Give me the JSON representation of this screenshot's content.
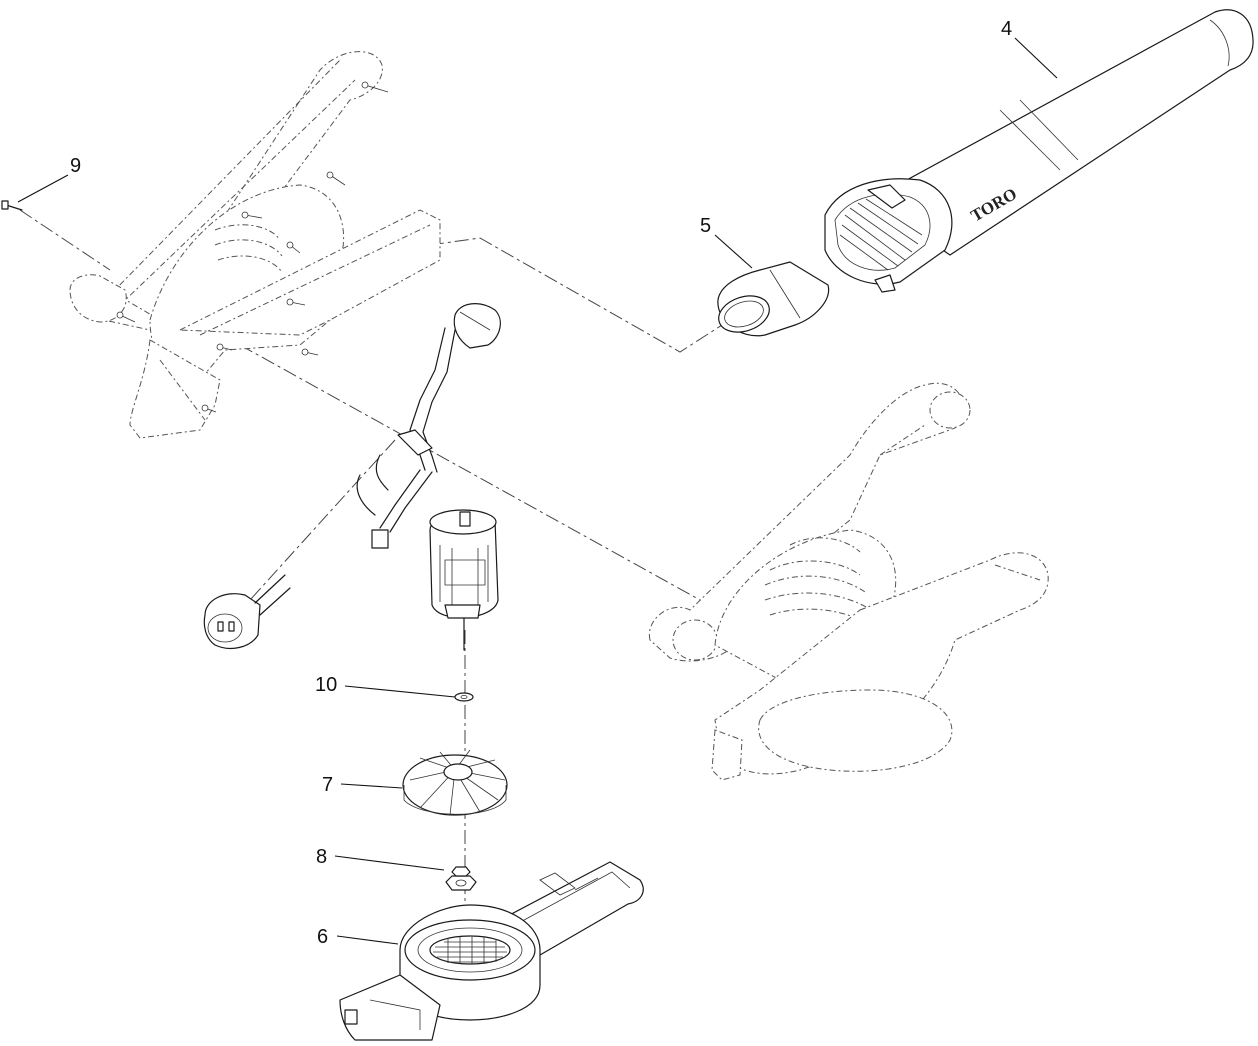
{
  "callouts": {
    "c4": "4",
    "c5": "5",
    "c9": "9",
    "c10": "10",
    "c7": "7",
    "c8": "8",
    "c6": "6"
  },
  "brand": "TORO"
}
